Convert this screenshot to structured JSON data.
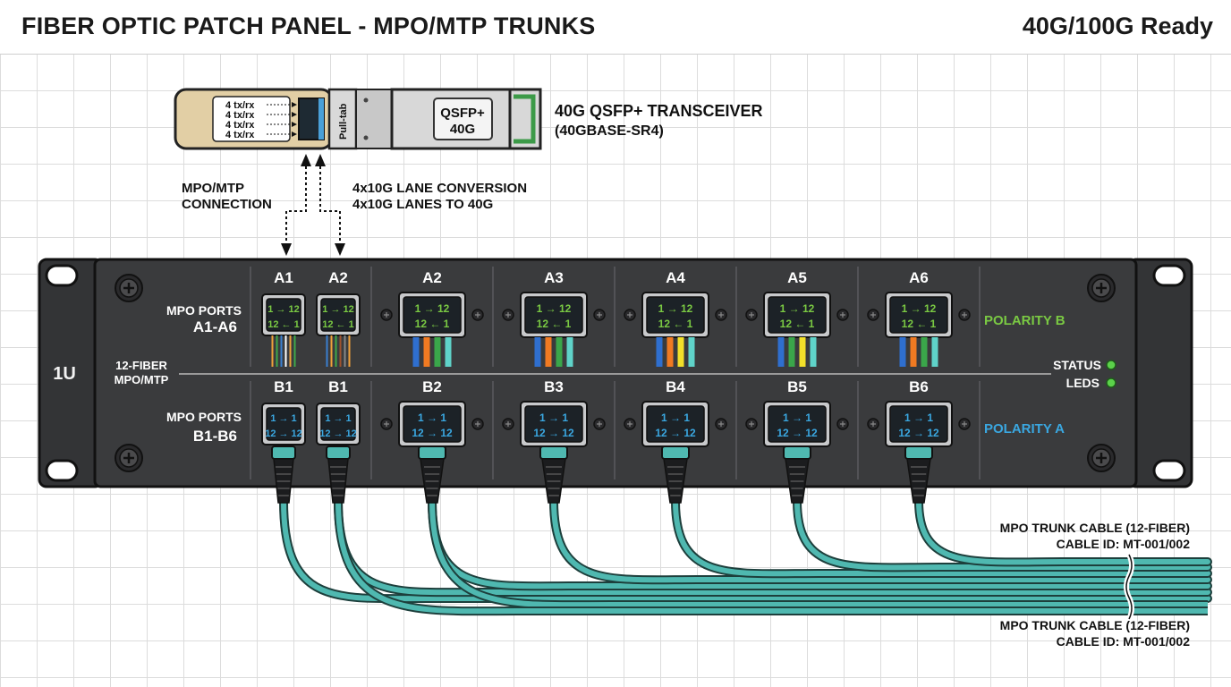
{
  "header": {
    "title": "FIBER OPTIC PATCH PANEL - MPO/MTP TRUNKS",
    "badge": "40G/100G Ready"
  },
  "transceiver": {
    "lanes": [
      "4 tx/rx",
      "4 tx/rx",
      "4 tx/rx",
      "4 tx/rx"
    ],
    "pull_tab": "Pull-tab",
    "module_label_line1": "QSFP+",
    "module_label_line2": "40G",
    "name": "40G QSFP+ TRANSCEIVER",
    "spec": "(40GBASE-SR4)"
  },
  "annotations": {
    "connection_line1": "MPO/MTP",
    "connection_line2": "CONNECTION",
    "lane_line1": "4x10G LANE CONVERSION",
    "lane_line2": "4x10G LANES TO 40G"
  },
  "panel": {
    "rack_unit": "1U",
    "fiber_line1": "12-FIBER",
    "fiber_line2": "MPO/MTP",
    "row_a_label_line1": "MPO PORTS",
    "row_a_label_line2": "A1-A6",
    "row_b_label_line1": "MPO PORTS",
    "row_b_label_line2": "B1-B6",
    "polarity_b": "POLARITY B",
    "polarity_a": "POLARITY A",
    "status_line1": "STATUS",
    "status_line2": "LEDS",
    "row_a_ports": [
      {
        "label": "A1",
        "top": "1 → 12",
        "bottom": "12 ← 1"
      },
      {
        "label": "A2",
        "top": "1 → 12",
        "bottom": "12 ← 1"
      },
      {
        "label": "A2",
        "top": "1 → 12",
        "bottom": "12 ← 1"
      },
      {
        "label": "A3",
        "top": "1 → 12",
        "bottom": "12 ← 1"
      },
      {
        "label": "A4",
        "top": "1 → 12",
        "bottom": "12 ← 1"
      },
      {
        "label": "A5",
        "top": "1 → 12",
        "bottom": "12 ← 1"
      },
      {
        "label": "A6",
        "top": "1 → 12",
        "bottom": "12 ← 1"
      }
    ],
    "row_b_ports": [
      {
        "label": "B1",
        "top": "1 → 1",
        "bottom": "12 → 12"
      },
      {
        "label": "B1",
        "top": "1 → 1",
        "bottom": "12 → 12"
      },
      {
        "label": "B2",
        "top": "1 → 1",
        "bottom": "12 → 12"
      },
      {
        "label": "B3",
        "top": "1 → 1",
        "bottom": "12 → 12"
      },
      {
        "label": "B4",
        "top": "1 → 1",
        "bottom": "12 → 12"
      },
      {
        "label": "B5",
        "top": "1 → 1",
        "bottom": "12 → 12"
      },
      {
        "label": "B6",
        "top": "1 → 1",
        "bottom": "12 → 12"
      }
    ]
  },
  "cables": {
    "top_label_line1": "MPO TRUNK CABLE (12-FIBER)",
    "top_label_line2": "CABLE ID: MT-001/002",
    "bottom_label_line1": "MPO TRUNK CABLE (12-FIBER)",
    "bottom_label_line2": "CABLE ID: MT-001/002"
  },
  "colors": {
    "panel": "#3a3b3d",
    "polarity_b": "#7ac943",
    "polarity_a": "#3aa7e0",
    "cable": "#4fb8b0",
    "led": "#5bd14a"
  }
}
